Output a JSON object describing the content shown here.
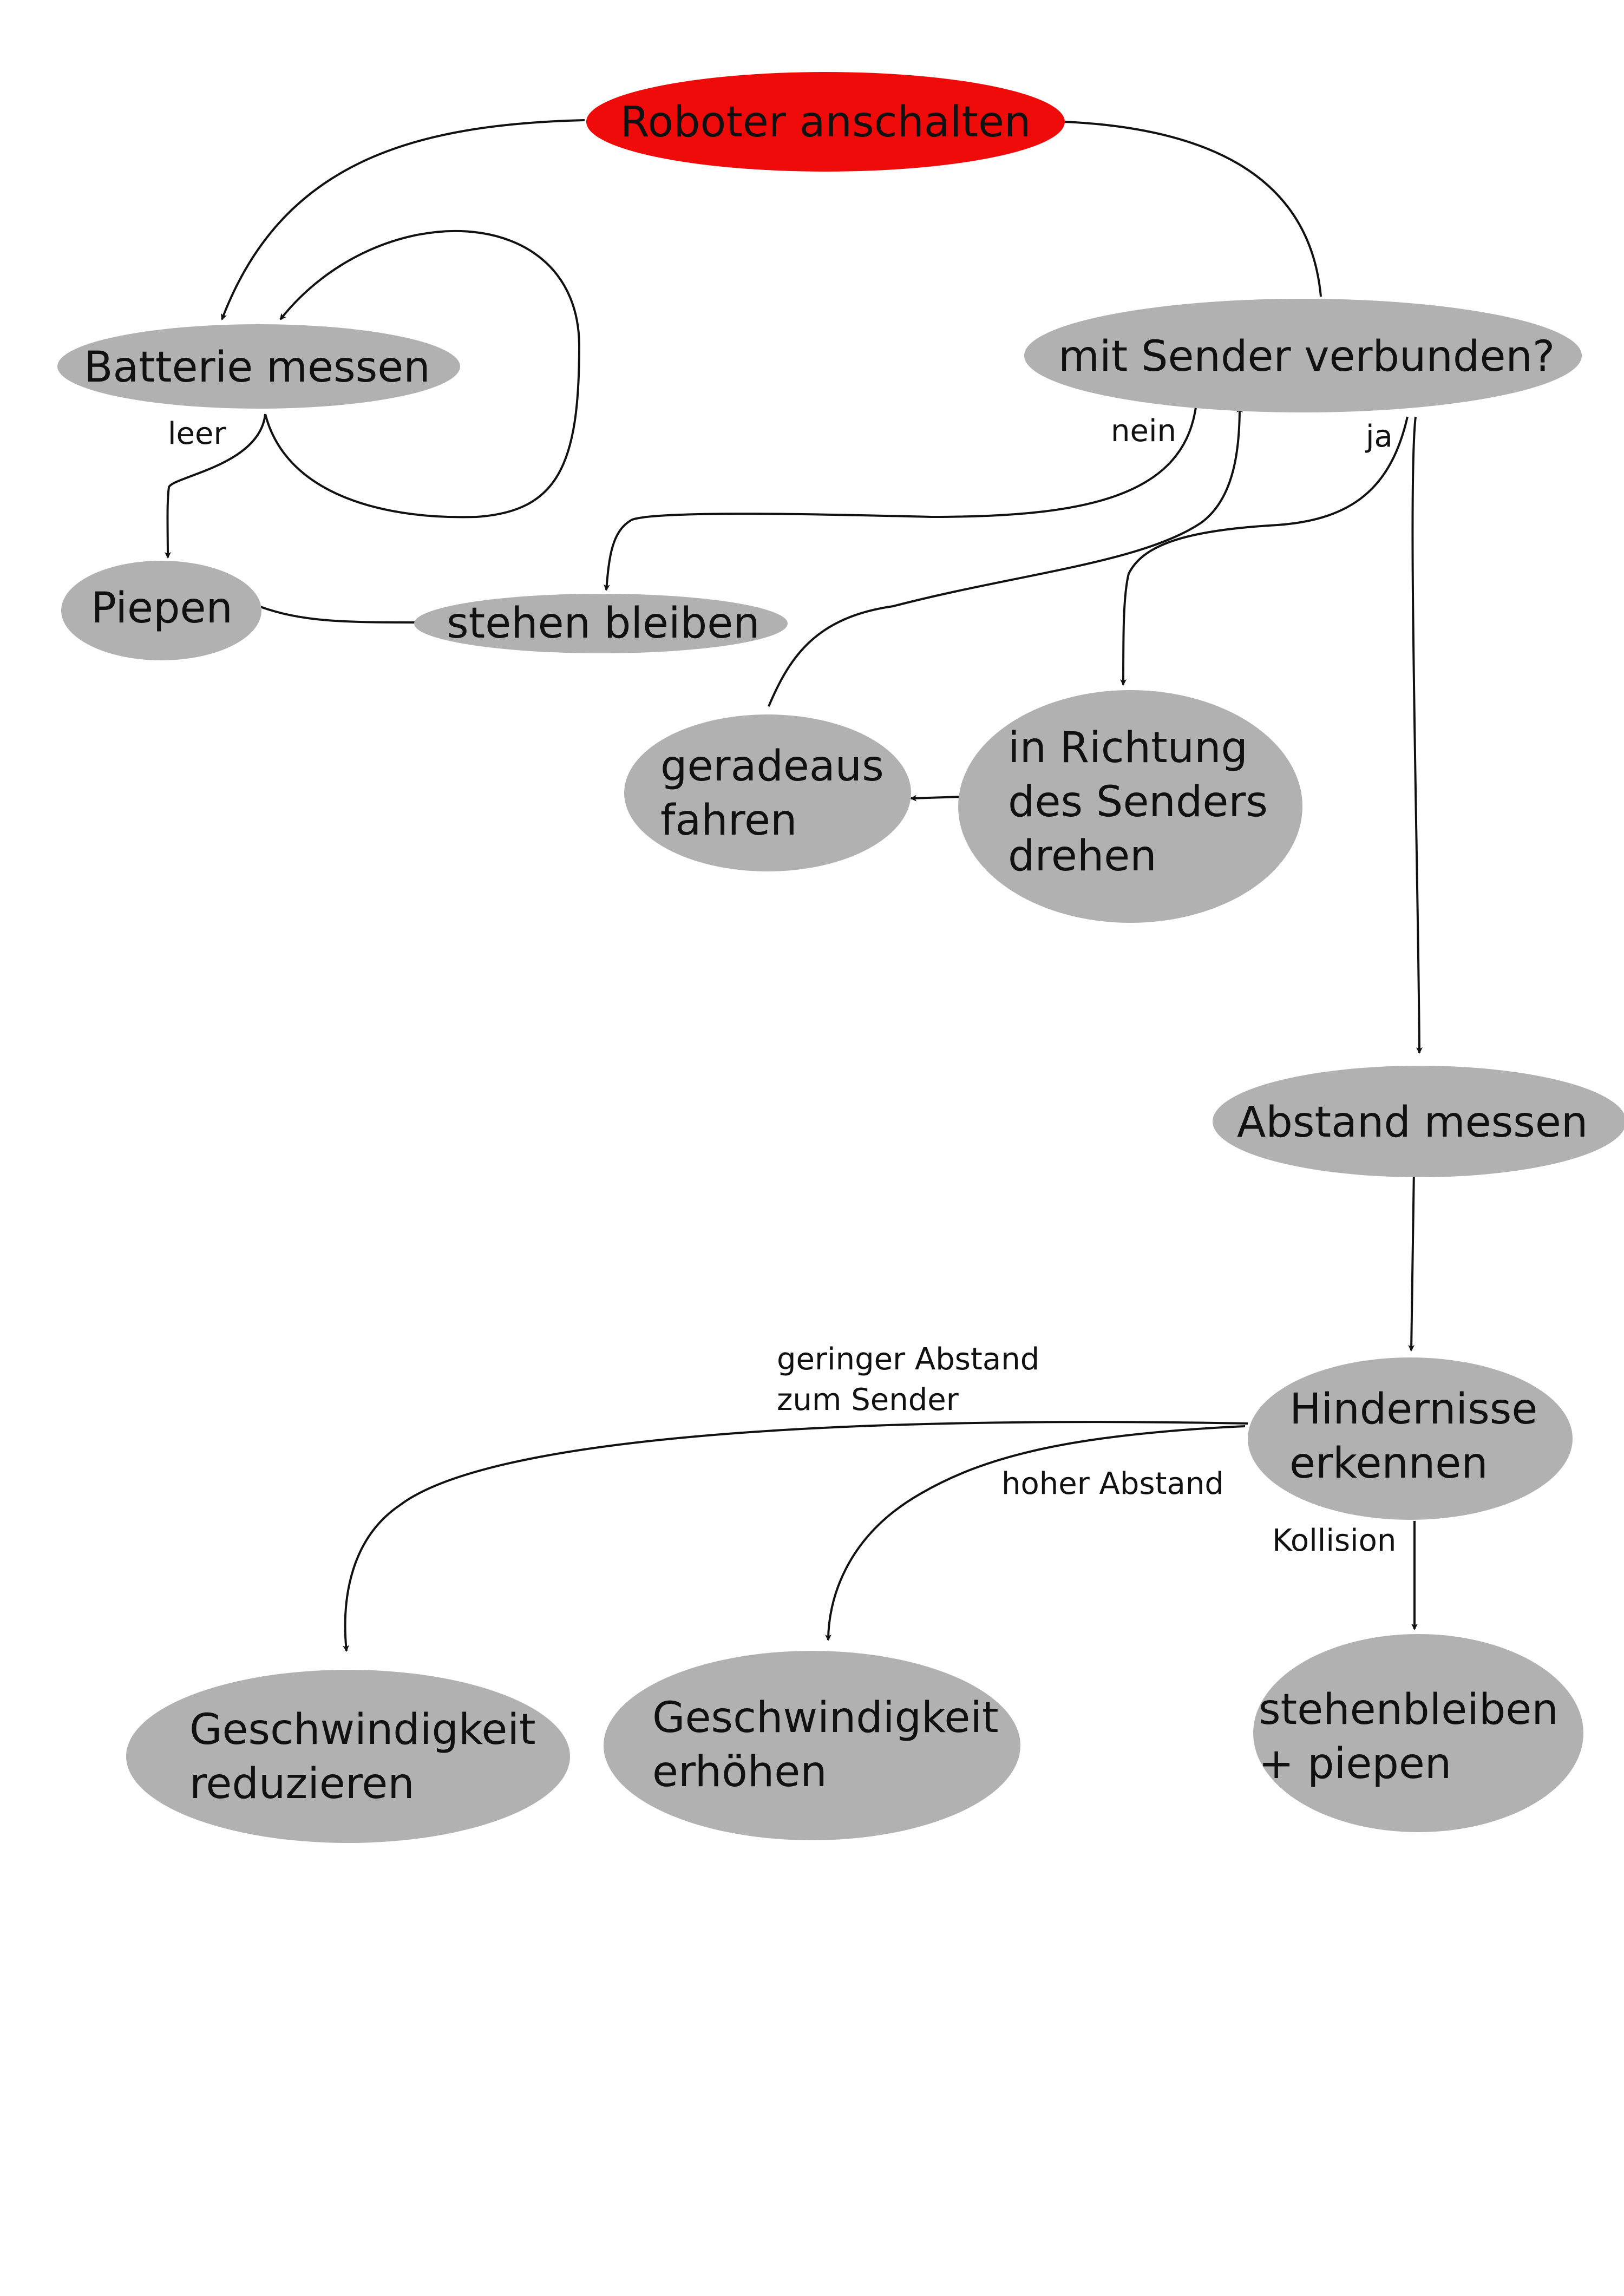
{
  "colors": {
    "start_fill": "#f00b0b",
    "node_fill": "#b1b1b1",
    "edge_stroke": "#111111",
    "text": "#111111",
    "background": "#ffffff"
  },
  "nodes": {
    "start": [
      "Roboter anschalten"
    ],
    "battery": [
      "Batterie messen"
    ],
    "connected": [
      "mit Sender verbunden?"
    ],
    "beep": [
      "Piepen"
    ],
    "stop": [
      "stehen bleiben"
    ],
    "straight": [
      "geradeaus",
      "fahren"
    ],
    "turn": [
      "in Richtung",
      "des Senders",
      "drehen"
    ],
    "distance": [
      "Abstand messen"
    ],
    "obstacles": [
      "Hindernisse",
      "erkennen"
    ],
    "slower": [
      "Geschwindigkeit",
      "reduzieren"
    ],
    "faster": [
      "Geschwindigkeit",
      "erhöhen"
    ],
    "stop_beep": [
      "stehenbleiben",
      "+ piepen"
    ]
  },
  "edge_labels": {
    "leer": "leer",
    "nein": "nein",
    "ja": "ja",
    "low_distance": [
      "geringer Abstand",
      "zum Sender"
    ],
    "high_distance": "hoher Abstand",
    "collision": "Kollision"
  }
}
